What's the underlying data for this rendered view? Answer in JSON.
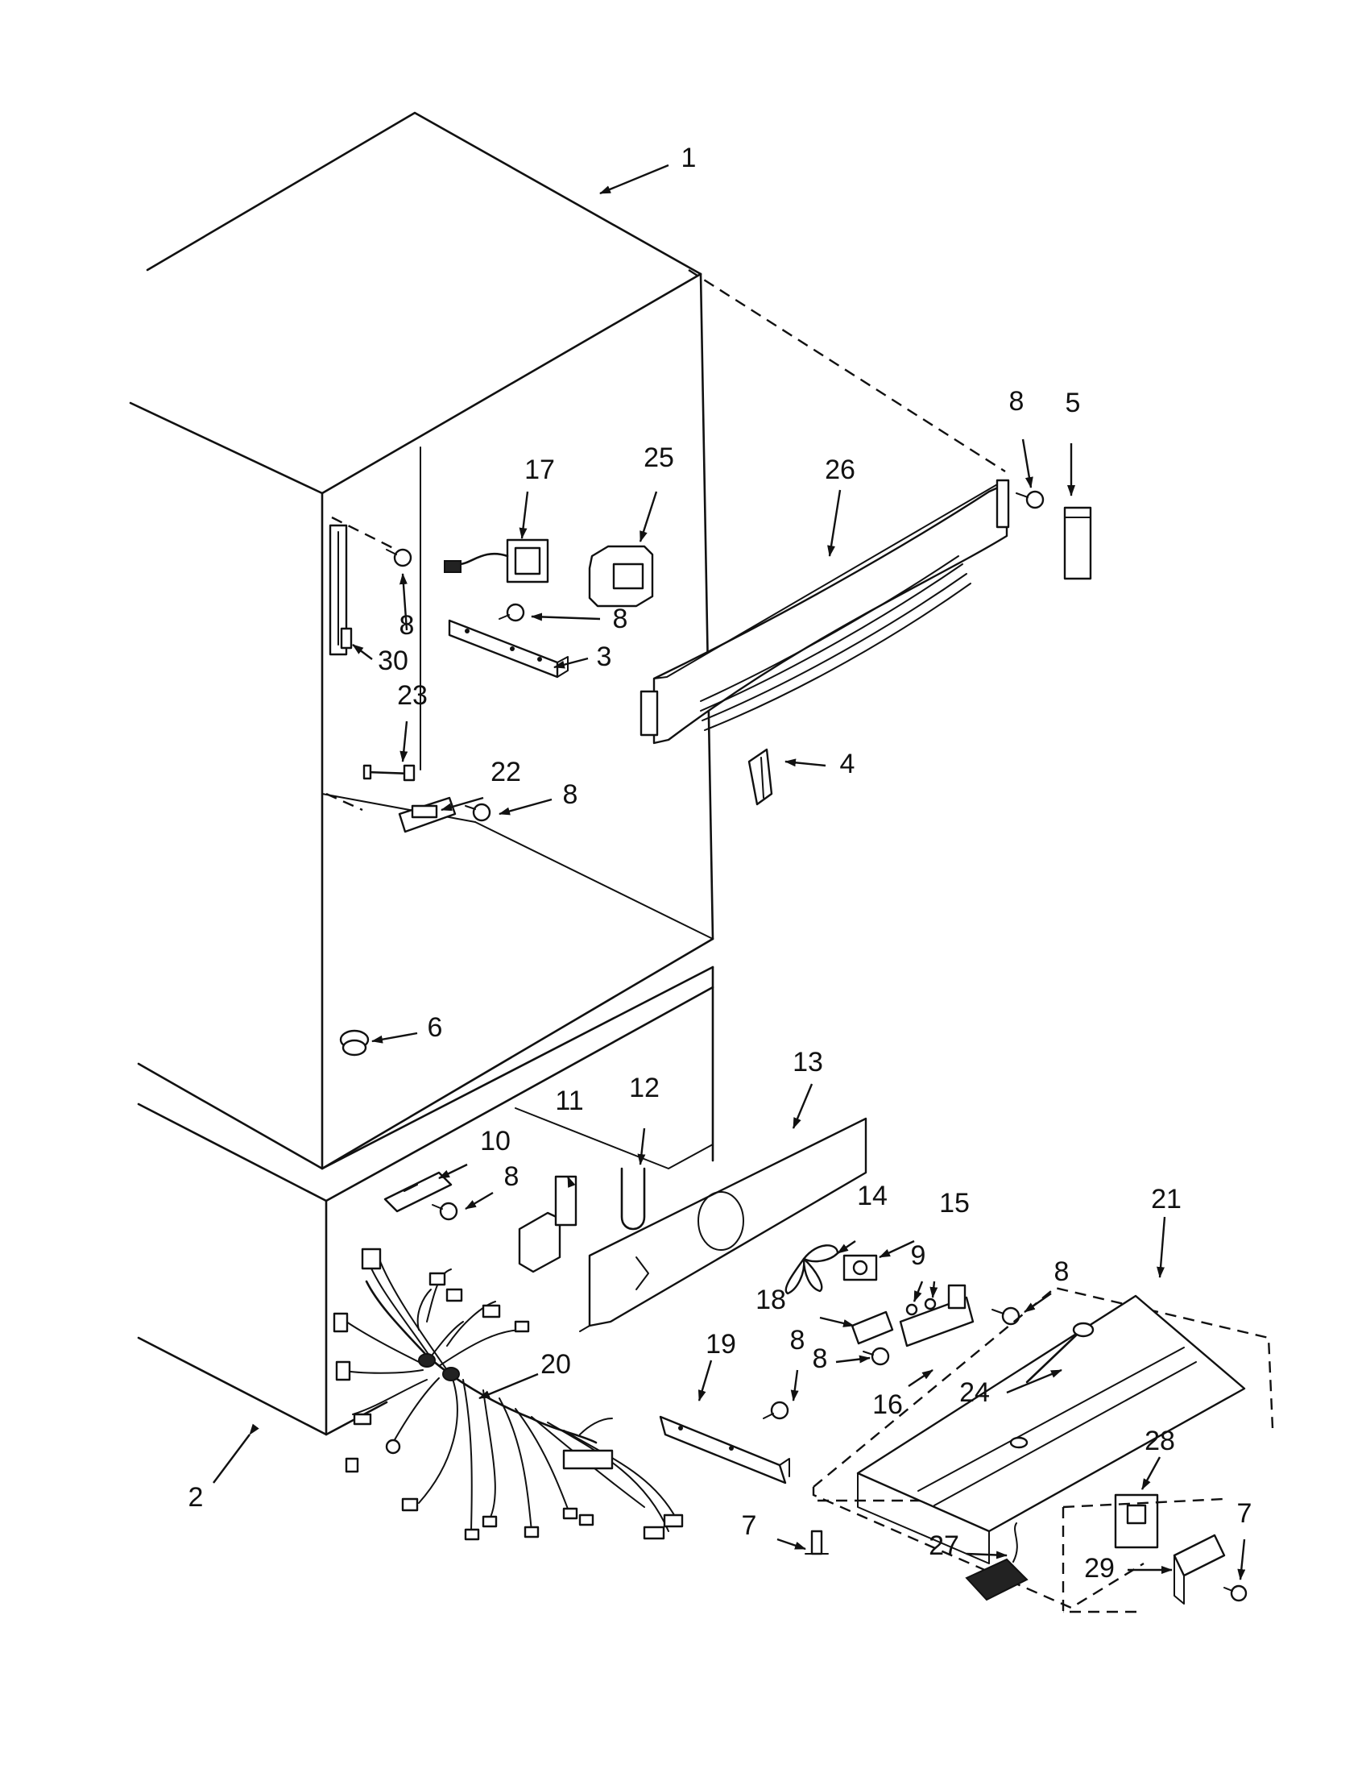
{
  "callouts": [
    {
      "id": "1",
      "label": "1"
    },
    {
      "id": "2",
      "label": "2"
    },
    {
      "id": "3",
      "label": "3"
    },
    {
      "id": "4",
      "label": "4"
    },
    {
      "id": "5",
      "label": "5"
    },
    {
      "id": "6",
      "label": "6"
    },
    {
      "id": "7a",
      "label": "7"
    },
    {
      "id": "7b",
      "label": "7"
    },
    {
      "id": "8a",
      "label": "8"
    },
    {
      "id": "8b",
      "label": "8"
    },
    {
      "id": "8c",
      "label": "8"
    },
    {
      "id": "8d",
      "label": "8"
    },
    {
      "id": "8e",
      "label": "8"
    },
    {
      "id": "8f",
      "label": "8"
    },
    {
      "id": "8g",
      "label": "8"
    },
    {
      "id": "8h",
      "label": "8"
    },
    {
      "id": "9",
      "label": "9"
    },
    {
      "id": "10",
      "label": "10"
    },
    {
      "id": "11",
      "label": "11"
    },
    {
      "id": "12",
      "label": "12"
    },
    {
      "id": "13",
      "label": "13"
    },
    {
      "id": "14",
      "label": "14"
    },
    {
      "id": "15",
      "label": "15"
    },
    {
      "id": "16",
      "label": "16"
    },
    {
      "id": "17",
      "label": "17"
    },
    {
      "id": "18",
      "label": "18"
    },
    {
      "id": "19",
      "label": "19"
    },
    {
      "id": "20",
      "label": "20"
    },
    {
      "id": "21",
      "label": "21"
    },
    {
      "id": "22",
      "label": "22"
    },
    {
      "id": "23",
      "label": "23"
    },
    {
      "id": "24",
      "label": "24"
    },
    {
      "id": "25",
      "label": "25"
    },
    {
      "id": "26",
      "label": "26"
    },
    {
      "id": "27",
      "label": "27"
    },
    {
      "id": "28",
      "label": "28"
    },
    {
      "id": "29",
      "label": "29"
    },
    {
      "id": "30",
      "label": "30"
    }
  ]
}
